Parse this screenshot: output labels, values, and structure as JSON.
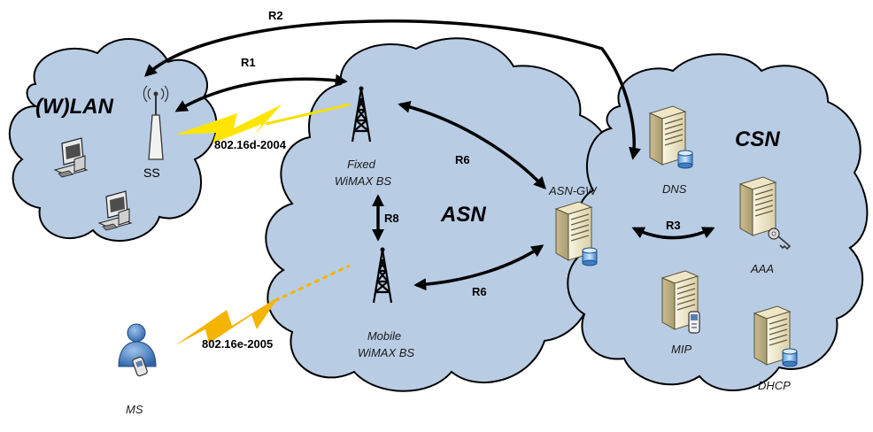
{
  "clouds": {
    "wlan": "(W)LAN",
    "asn": "ASN",
    "csn": "CSN"
  },
  "links": {
    "r1": "R1",
    "r2": "R2",
    "r3": "R3",
    "r6_top": "R6",
    "r6_bottom": "R6",
    "r8": "R8",
    "fixed_radio": "802.16d-2004",
    "mobile_radio": "802.16e-2005"
  },
  "nodes": {
    "ss": "SS",
    "fixed_bs_line1": "Fixed",
    "fixed_bs_line2": "WiMAX BS",
    "mobile_bs_line1": "Mobile",
    "mobile_bs_line2": "WiMAX BS",
    "asn_gw": "ASN-GW",
    "dns": "DNS",
    "aaa": "AAA",
    "mip": "MIP",
    "dhcp": "DHCP",
    "ms": "MS"
  }
}
